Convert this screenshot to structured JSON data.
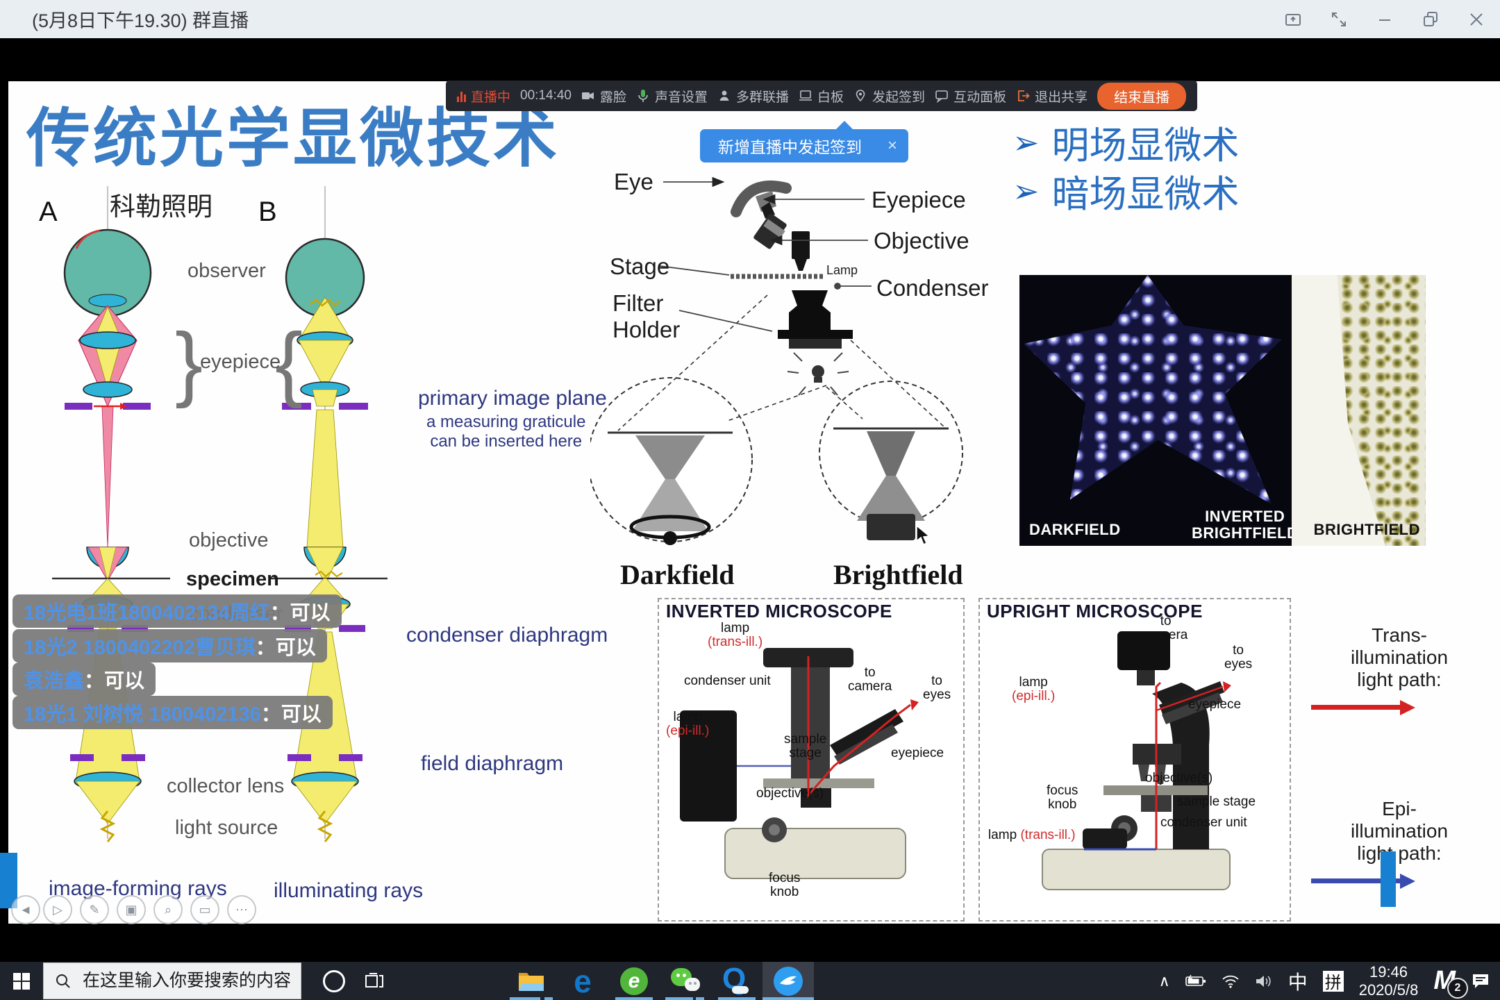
{
  "window": {
    "title": "(5月8日下午19.30)  群直播"
  },
  "live_toolbar": {
    "status_label": "直播中",
    "timer": "00:14:40",
    "camera_label": "露脸",
    "audio_label": "声音设置",
    "multicast_label": "多群联播",
    "whiteboard_label": "白板",
    "signin_label": "发起签到",
    "panel_label": "互动面板",
    "exit_share_label": "退出共享",
    "end_live_label": "结束直播"
  },
  "notification": {
    "text": "新增直播中发起签到",
    "close": "×"
  },
  "chat": {
    "messages": [
      {
        "name": "18光电1班1800402134周红",
        "text": "：可以"
      },
      {
        "name": "18光2 1800402202曹贝琪",
        "text": "：可以"
      },
      {
        "name": "袁浩鑫",
        "text": "：可以"
      },
      {
        "name": "18光1 刘树悦 1800402136",
        "text": "：可以"
      }
    ]
  },
  "slide": {
    "title": "传统光学显微技术",
    "kohler_label": "科勒照明",
    "diagram_a": "A",
    "diagram_b": "B",
    "bullet_marker": "➢",
    "bullets": [
      "明场显微术",
      "暗场显微术"
    ],
    "ray_labels": {
      "observer": "observer",
      "eyepiece": "eyepiece",
      "primary_image_plane": "primary image plane",
      "graticule_note": "a measuring graticule\ncan be inserted here",
      "objective": "objective",
      "specimen": "specimen",
      "condenser": "condenser",
      "condenser_diaphragm": "condenser diaphragm",
      "field_diaphragm": "field diaphragm",
      "collector_lens": "collector lens",
      "light_source": "light source",
      "image_forming": "image-forming rays",
      "illuminating": "illuminating rays"
    },
    "scope_labels": {
      "eye": "Eye",
      "eyepiece": "Eyepiece",
      "objective": "Objective",
      "stage": "Stage",
      "filter_holder": "Filter\nHolder",
      "condenser": "Condenser",
      "lamp": "Lamp",
      "darkfield": "Darkfield",
      "brightfield": "Brightfield"
    },
    "micrograph": {
      "darkfield": "DARKFIELD",
      "inverted_brightfield": "INVERTED\nBRIGHTFIELD",
      "brightfield": "BRIGHTFIELD"
    },
    "inverted_box": {
      "title": "INVERTED MICROSCOPE",
      "lamp_trans_a": "lamp",
      "lamp_trans_b": "(trans-ill.)",
      "condenser_unit": "condenser unit",
      "to_camera": "to\ncamera",
      "to_eyes": "to\neyes",
      "lamp_epi_a": "lamp",
      "lamp_epi_b": "(epi-ill.)",
      "sample_stage": "sample\nstage",
      "eyepiece": "eyepiece",
      "objectives": "objective(s)",
      "focus_knob": "focus\nknob"
    },
    "upright_box": {
      "title": "UPRIGHT MICROSCOPE",
      "to_camera": "to\ncamera",
      "lamp_epi_a": "lamp",
      "lamp_epi_b": "(epi-ill.)",
      "to_eyes": "to\neyes",
      "eyepiece": "eyepiece",
      "objectives": "objective(s)",
      "sample_stage": "sample stage",
      "focus_knob": "focus\nknob",
      "condenser_unit": "condenser unit",
      "lamp_trans_a": "lamp",
      "lamp_trans_b": "(trans-ill.)"
    },
    "light_paths": {
      "trans": "Trans-\nillumination\nlight path:",
      "epi": "Epi-\nillumination\nlight path:"
    }
  },
  "taskbar": {
    "search_placeholder": "在这里输入你要搜索的内容",
    "tray": {
      "ime_lang": "中",
      "ime_mode": "拼",
      "time": "19:46",
      "date": "2020/5/8",
      "badge_count": "2"
    }
  },
  "colors": {
    "accent_blue": "#3a8be6",
    "live_red": "#e04a33",
    "action_orange": "#e8632e",
    "slide_blue": "#3b7dc4",
    "taskbar_active_blue": "#2f9df0"
  }
}
